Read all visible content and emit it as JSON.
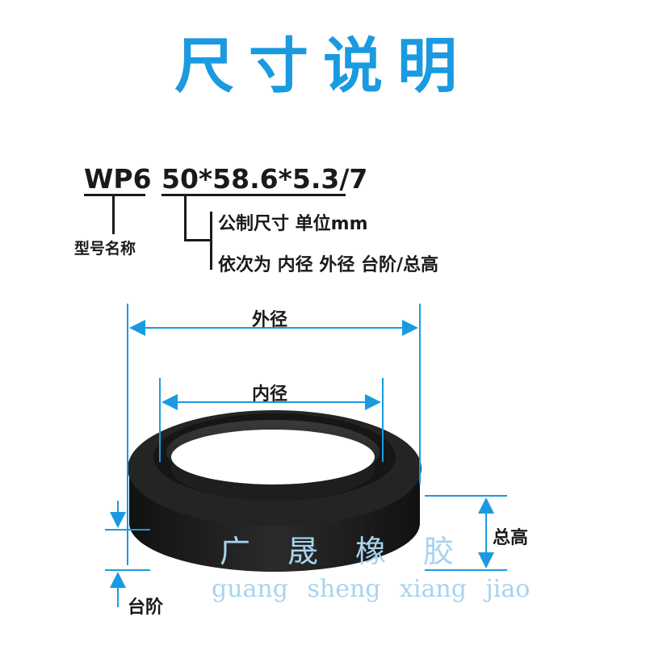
{
  "title": "尺寸说明",
  "model": {
    "code": "WP6",
    "label": "型号名称"
  },
  "spec": {
    "code": "50*58.6*5.3/7",
    "note_units": "公制尺寸 单位mm",
    "note_order": "依次为 内径 外径 台阶/总高"
  },
  "dimensions": {
    "outer": "外径",
    "inner": "内径",
    "total_height": "总高",
    "step": "台阶"
  },
  "watermark": {
    "chinese": "广晟橡胶",
    "pinyin": "guang sheng xiang jiao"
  },
  "colors": {
    "title": "#1a9ae0",
    "dimension_lines": "#1a9ae0",
    "watermark": "#a8d3ef",
    "product": "#1c1c1c"
  }
}
